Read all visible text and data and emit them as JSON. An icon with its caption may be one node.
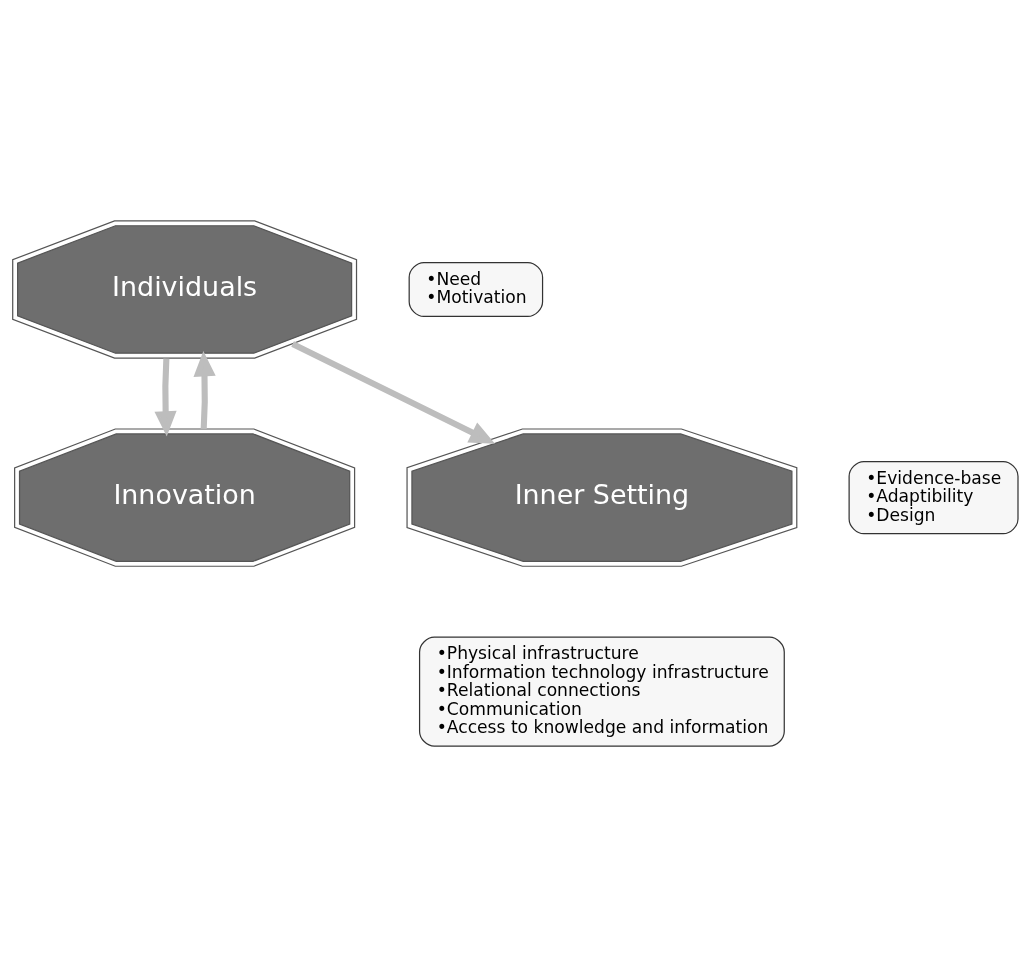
{
  "diagram": {
    "nodes": [
      {
        "text": [
          "Individuals"
        ]
      },
      {
        "text": [
          "•Need",
          "•Motivation"
        ]
      },
      {
        "text": [
          "Innovation"
        ]
      },
      {
        "text": [
          "•Evidence-base",
          "•Adaptibility",
          "•Design"
        ]
      },
      {
        "text": [
          "Inner Setting"
        ]
      },
      {
        "text": [
          "•Physical infrastructure",
          "•Information technology infrastructure",
          "•Relational connections",
          "•Communication",
          "•Access to knowledge and information"
        ]
      }
    ],
    "edges": [
      {
        "from": 2,
        "to": 0,
        "arrow": "to"
      },
      {
        "from": 0,
        "to": 2,
        "arrow": "to"
      },
      {
        "from": 0,
        "to": 4,
        "arrow": "to"
      }
    ]
  }
}
